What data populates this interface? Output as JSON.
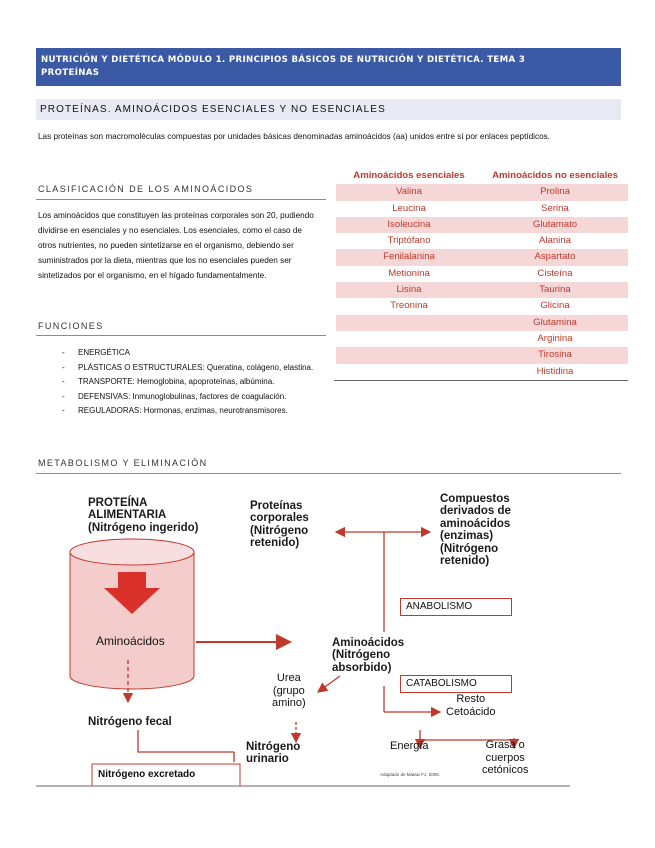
{
  "header": {
    "line1": "NUTRICIÓN Y DIETÉTICA MÓDULO 1. PRINCIPIOS BÁSICOS DE NUTRICIÓN Y DIETÉTICA. TEMA 3",
    "line2": "PROTEÍNAS"
  },
  "subheader": "PROTEÍNAS. AMINOÁCIDOS ESENCIALES Y NO ESENCIALES",
  "intro": "Las proteínas son macromoléculas compuestas por unidades básicas denominadas aminoácidos (aa) unidos entre sí por enlaces peptídicos.",
  "clasificacion": {
    "title": "CLASIFICACIÓN DE LOS AMINOÁCIDOS",
    "text": "Los aminoácidos que constituyen las proteínas corporales son 20, pudiendo dividirse en esenciales y no esenciales. Los esenciales, como el caso de otros nutrientes, no pueden sintetizarse en el organismo, debiendo ser suministrados por la dieta, mientras que los no esenciales pueden ser sintetizados por el organismo, en el hígado fundamentalmente."
  },
  "table": {
    "head_left": "Aminoácidos esenciales",
    "head_right": "Aminoácidos no esenciales",
    "rows": [
      [
        "Valina",
        "Prolina"
      ],
      [
        "Leucina",
        "Serina"
      ],
      [
        "Isoleucina",
        "Glutamato"
      ],
      [
        "Triptófano",
        "Alanina"
      ],
      [
        "Fenilalanina",
        "Aspartato"
      ],
      [
        "Metionina",
        "Cisteína"
      ],
      [
        "Lisina",
        "Taurina"
      ],
      [
        "Treonina",
        "Glicina"
      ],
      [
        "",
        "Glutamina"
      ],
      [
        "",
        "Arginina"
      ],
      [
        "",
        "Tirosina"
      ],
      [
        "",
        "Histidina"
      ]
    ]
  },
  "funciones": {
    "title": "FUNCIONES",
    "items": [
      "ENERGÉTICA",
      "PLÁSTICAS O ESTRUCTURALES: Queratina, colágeno, elastina.",
      "TRANSPORTE: Hemoglobina, apoproteínas, albúmina.",
      "DEFENSIVAS: Inmunoglobulinas, factores de coagulación.",
      "REGULADORAS: Hormonas, enzimas, neurotransmisores."
    ]
  },
  "metabolismo": {
    "title": "METABOLISMO Y ELIMINACIÓN"
  },
  "diagram": {
    "proteina": "PROTEÍNA\nALIMENTARIA\n(Nitrógeno ingerido)",
    "aminoacidos_cyl": "Aminoácidos",
    "nitrogeno_fecal": "Nitrógeno fecal",
    "nitrogeno_urinario": "Nitrógeno\nurinario",
    "nitrogeno_excretado": "Nitrógeno excretado",
    "proteinas_corporales": "Proteínas\ncorporales\n(Nitrógeno\nretenido)",
    "compuestos": "Compuestos\nderivados de\naminoácidos\n(enzimas)\n(Nitrógeno\nretenido)",
    "anabolismo": "ANABOLISMO",
    "aminoacidos_abs": "Aminoácidos\n(Nitrógeno\nabsorbido)",
    "catabolismo": "CATABOLISMO",
    "urea": "Urea\n(grupo\namino)",
    "resto": "Resto\nCetoácido",
    "energia": "Energía",
    "grasa": "Grasa o\ncuerpos\ncetónicos",
    "credit": "Adaptado de Mataix FJ, 2005."
  },
  "colors": {
    "header_band": "#3b5aa6",
    "accent_red": "#c0392b",
    "cylinder_fill": "#f4cccc"
  }
}
